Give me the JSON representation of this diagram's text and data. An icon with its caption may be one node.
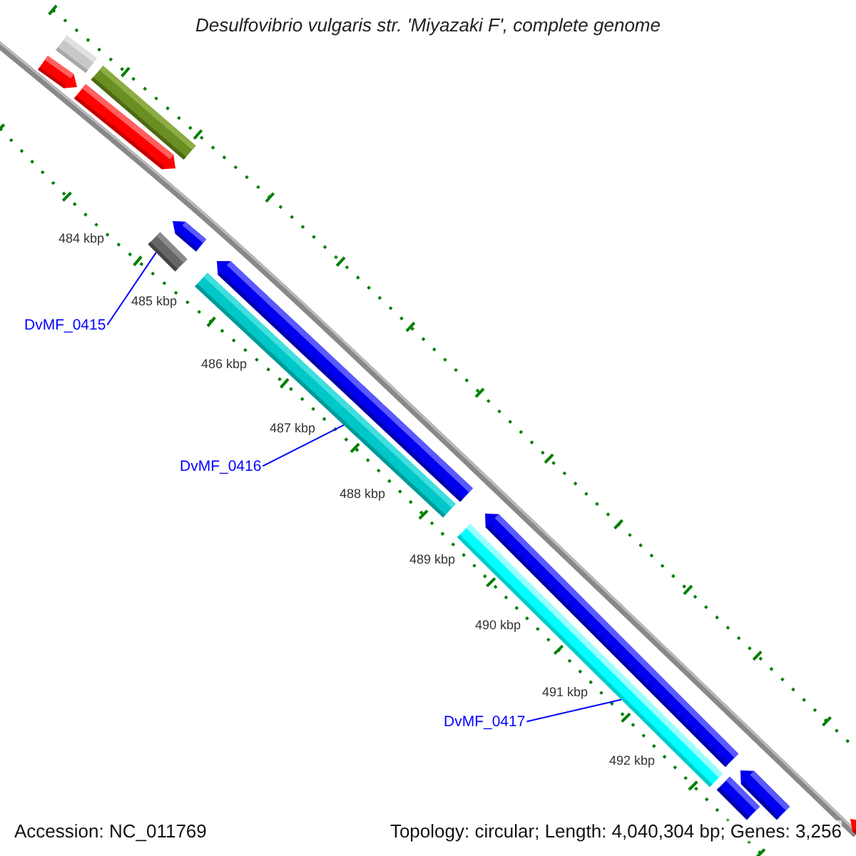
{
  "diagram": {
    "title": "Desulfovibrio vulgaris str. 'Miyazaki F', complete genome",
    "nodes": [
      {
        "text": [],
        "shape": "bar"
      },
      {
        "text": [],
        "shape": "pentagon"
      },
      {
        "text": [],
        "shape": "bar"
      },
      {
        "text": [],
        "shape": "pentagon"
      },
      {
        "text": [],
        "shape": "pentagon"
      },
      {
        "text": [],
        "shape": "bar"
      },
      {
        "text": [
          "DvMF_0415"
        ]
      },
      {
        "text": [],
        "shape": "pentagon"
      },
      {
        "text": [],
        "shape": "bar"
      },
      {
        "text": [
          "DvMF_0416"
        ]
      },
      {
        "text": [],
        "shape": "pentagon"
      },
      {
        "text": [],
        "shape": "bar"
      },
      {
        "text": [
          "DvMF_0417"
        ]
      },
      {
        "text": [],
        "shape": "bar"
      },
      {
        "text": [],
        "shape": "pentagon"
      },
      {
        "text": [],
        "shape": "pentagon"
      }
    ],
    "edges": [
      {
        "from": 6,
        "to": 5,
        "arrow": "none"
      },
      {
        "from": 9,
        "to": 8,
        "arrow": "none"
      },
      {
        "from": 12,
        "to": 11,
        "arrow": "none"
      }
    ],
    "labels": [
      "484 kbp",
      "485 kbp",
      "486 kbp",
      "487 kbp",
      "488 kbp",
      "489 kbp",
      "490 kbp",
      "491 kbp",
      "492 kbp",
      "Accession: NC_011769",
      "Topology: circular; Length: 4,040,304 bp; Genes: 3,256"
    ]
  }
}
